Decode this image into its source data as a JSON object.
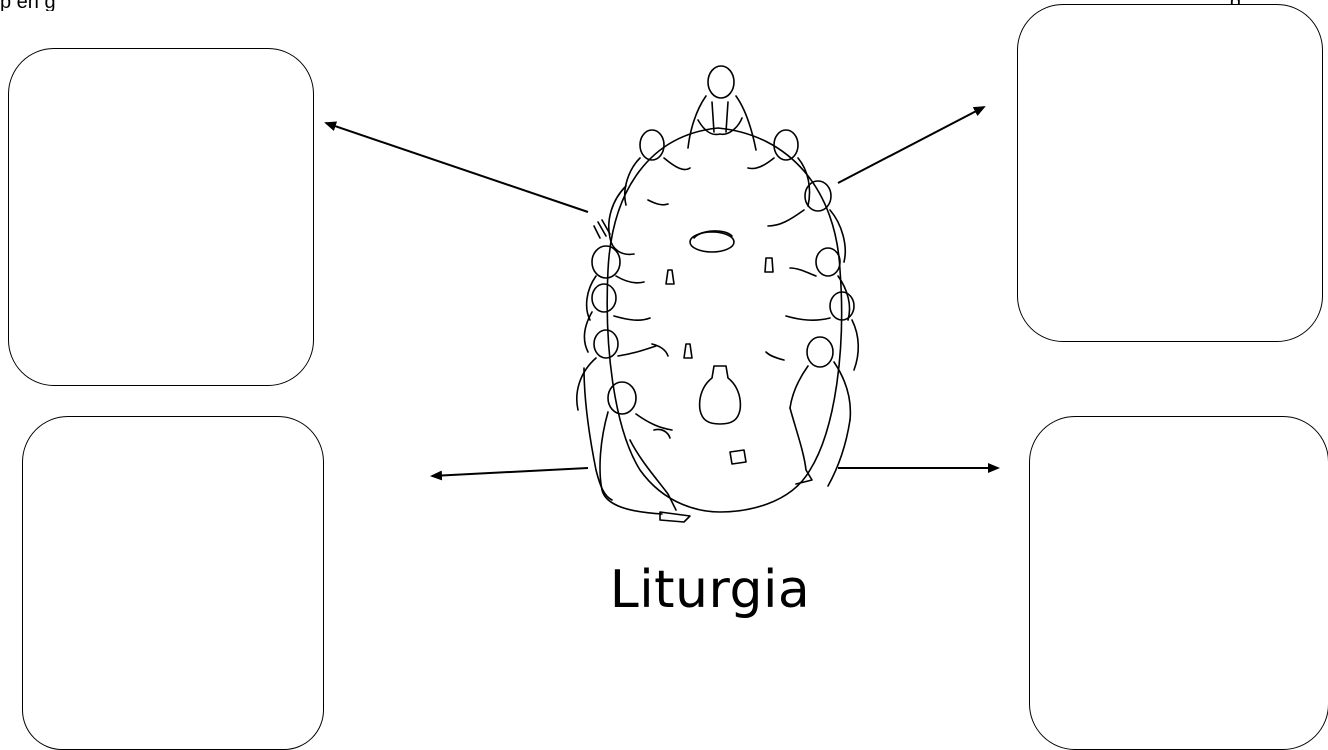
{
  "caption": "Liturgia",
  "top_strip_left": "p en g",
  "top_strip_right": "g",
  "image": {
    "subject": "people-around-table-illustration"
  },
  "boxes": [
    {
      "id": "top-left",
      "text": ""
    },
    {
      "id": "bottom-left",
      "text": ""
    },
    {
      "id": "top-right",
      "text": ""
    },
    {
      "id": "bottom-right",
      "text": ""
    }
  ],
  "colors": {
    "stroke": "#000000",
    "background": "#ffffff"
  }
}
